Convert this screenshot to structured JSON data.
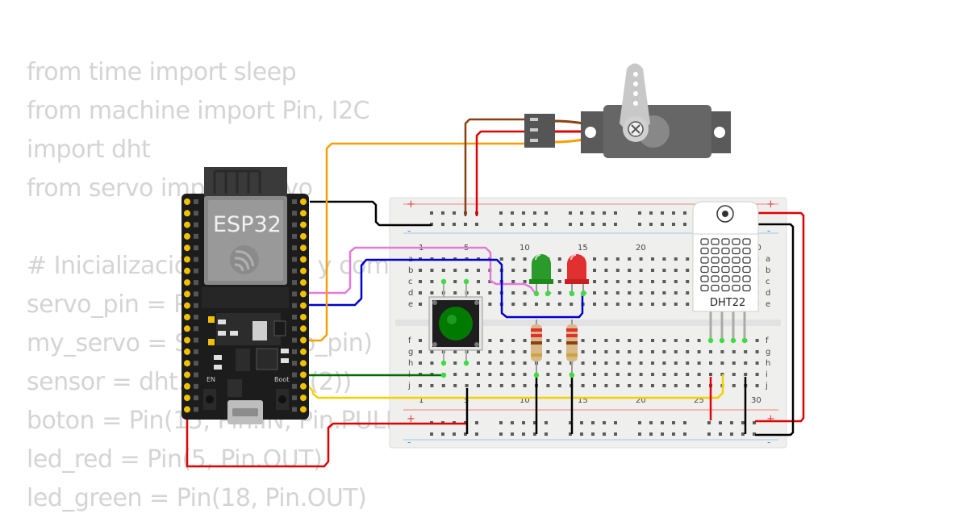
{
  "code_lines": [
    "from time import sleep",
    "from machine import Pin, I2C",
    "import dht",
    "from servo import Servo",
    "",
    "# Inicialización de pines y componentes",
    "servo_pin = Pin(4)",
    "my_servo = Servo(servo_pin)",
    "sensor = dht.DHT22(Pin(2))",
    "boton = Pin(15, Pin.IN, Pin.PULL_UP)",
    "led_red = Pin(5, Pin.OUT)",
    "led_green = Pin(18, Pin.OUT)"
  ],
  "esp32": {
    "label": "ESP32",
    "en_label": "EN",
    "boot_label": "Boot"
  },
  "breadboard": {
    "column_numbers": [
      "1",
      "5",
      "10",
      "15",
      "20",
      "25",
      "30"
    ],
    "row_letters_top": [
      "a",
      "b",
      "c",
      "d",
      "e"
    ],
    "row_letters_bottom": [
      "f",
      "g",
      "h",
      "i",
      "j"
    ],
    "rail_plus": "+",
    "rail_minus": "-"
  },
  "dht22": {
    "label": "DHT22"
  },
  "colors": {
    "board": "#1a1a1a",
    "pin_gold": "#f2c200",
    "breadboard": "#f0f0ef",
    "wire_red": "#e00000",
    "wire_black": "#000000",
    "wire_orange": "#f5a000",
    "wire_brown": "#8a4010",
    "wire_blue": "#0000cc",
    "wire_pink": "#e47ad8",
    "wire_green": "#006b00",
    "wire_yellow": "#f5d000",
    "led_green": "#2fa02f",
    "led_red": "#e03030",
    "servo_body": "#666666"
  }
}
